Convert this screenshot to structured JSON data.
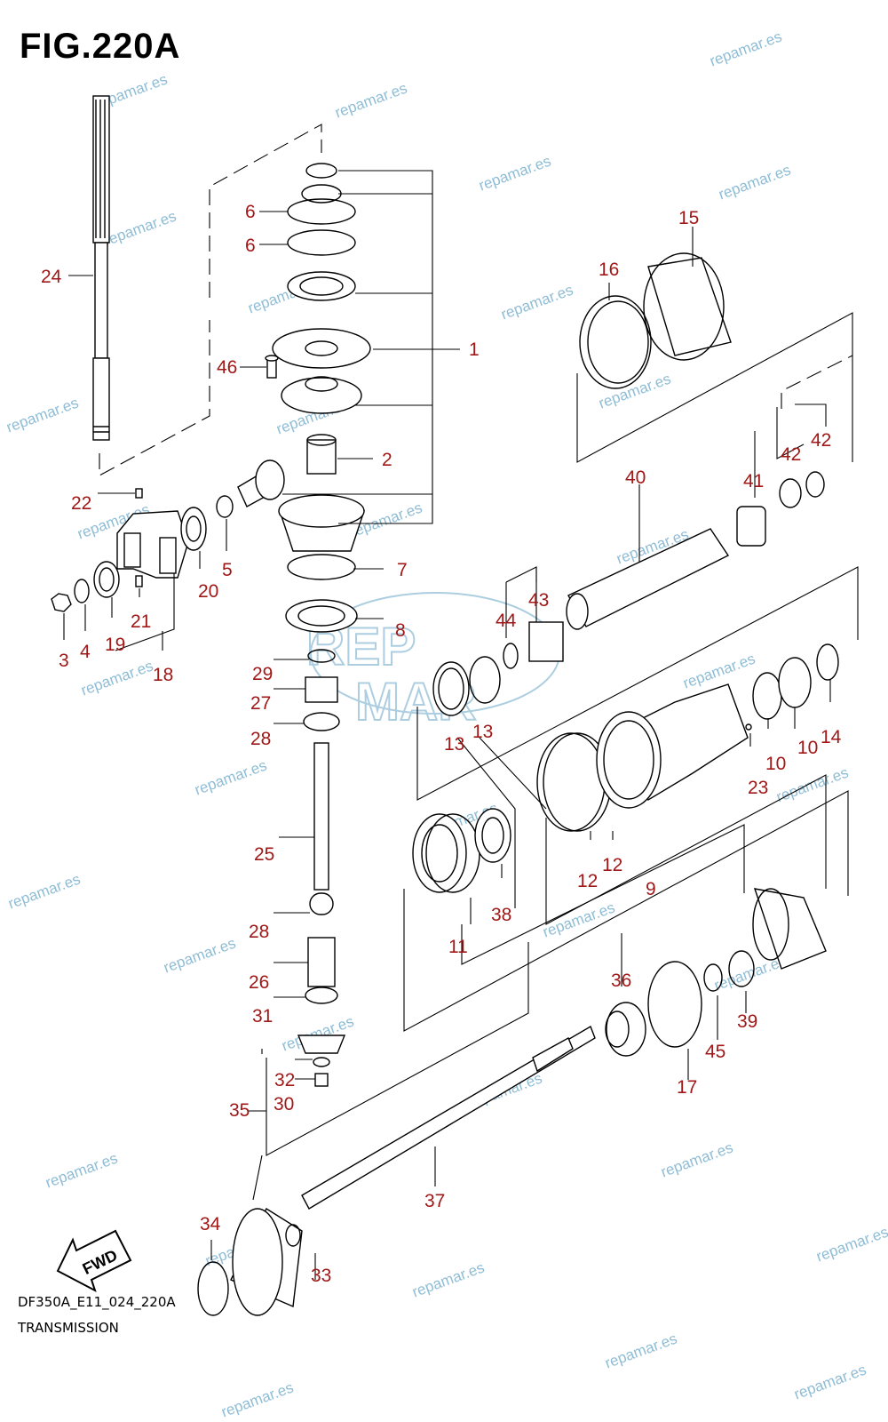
{
  "figure": {
    "title": "FIG.220A",
    "doc_code": "DF350A_E11_024_220A",
    "name": "TRANSMISSION"
  },
  "watermark": {
    "text": "repamar.es",
    "logo_text_top": "REP",
    "logo_text_bottom": "MAR"
  },
  "fwd_arrow": {
    "label": "FWD"
  },
  "colors": {
    "callout": "#a01818",
    "watermark": "#6aa7c8",
    "line": "#000000"
  },
  "callouts": [
    {
      "id": "c1",
      "label": "1"
    },
    {
      "id": "c2",
      "label": "2"
    },
    {
      "id": "c3",
      "label": "3"
    },
    {
      "id": "c4",
      "label": "4"
    },
    {
      "id": "c5",
      "label": "5"
    },
    {
      "id": "c6a",
      "label": "6"
    },
    {
      "id": "c6b",
      "label": "6"
    },
    {
      "id": "c7",
      "label": "7"
    },
    {
      "id": "c8",
      "label": "8"
    },
    {
      "id": "c9",
      "label": "9"
    },
    {
      "id": "c10a",
      "label": "10"
    },
    {
      "id": "c10b",
      "label": "10"
    },
    {
      "id": "c11",
      "label": "11"
    },
    {
      "id": "c12a",
      "label": "12"
    },
    {
      "id": "c12b",
      "label": "12"
    },
    {
      "id": "c13a",
      "label": "13"
    },
    {
      "id": "c13b",
      "label": "13"
    },
    {
      "id": "c14",
      "label": "14"
    },
    {
      "id": "c15",
      "label": "15"
    },
    {
      "id": "c16",
      "label": "16"
    },
    {
      "id": "c17",
      "label": "17"
    },
    {
      "id": "c18",
      "label": "18"
    },
    {
      "id": "c19",
      "label": "19"
    },
    {
      "id": "c20",
      "label": "20"
    },
    {
      "id": "c21",
      "label": "21"
    },
    {
      "id": "c22",
      "label": "22"
    },
    {
      "id": "c23",
      "label": "23"
    },
    {
      "id": "c24",
      "label": "24"
    },
    {
      "id": "c25",
      "label": "25"
    },
    {
      "id": "c26",
      "label": "26"
    },
    {
      "id": "c27",
      "label": "27"
    },
    {
      "id": "c28a",
      "label": "28"
    },
    {
      "id": "c28b",
      "label": "28"
    },
    {
      "id": "c29",
      "label": "29"
    },
    {
      "id": "c30",
      "label": "30"
    },
    {
      "id": "c31",
      "label": "31"
    },
    {
      "id": "c32",
      "label": "32"
    },
    {
      "id": "c33",
      "label": "33"
    },
    {
      "id": "c34",
      "label": "34"
    },
    {
      "id": "c35",
      "label": "35"
    },
    {
      "id": "c36",
      "label": "36"
    },
    {
      "id": "c37",
      "label": "37"
    },
    {
      "id": "c38",
      "label": "38"
    },
    {
      "id": "c39",
      "label": "39"
    },
    {
      "id": "c40",
      "label": "40"
    },
    {
      "id": "c41",
      "label": "41"
    },
    {
      "id": "c42a",
      "label": "42"
    },
    {
      "id": "c42b",
      "label": "42"
    },
    {
      "id": "c43",
      "label": "43"
    },
    {
      "id": "c44",
      "label": "44"
    },
    {
      "id": "c45",
      "label": "45"
    },
    {
      "id": "c46",
      "label": "46"
    }
  ]
}
